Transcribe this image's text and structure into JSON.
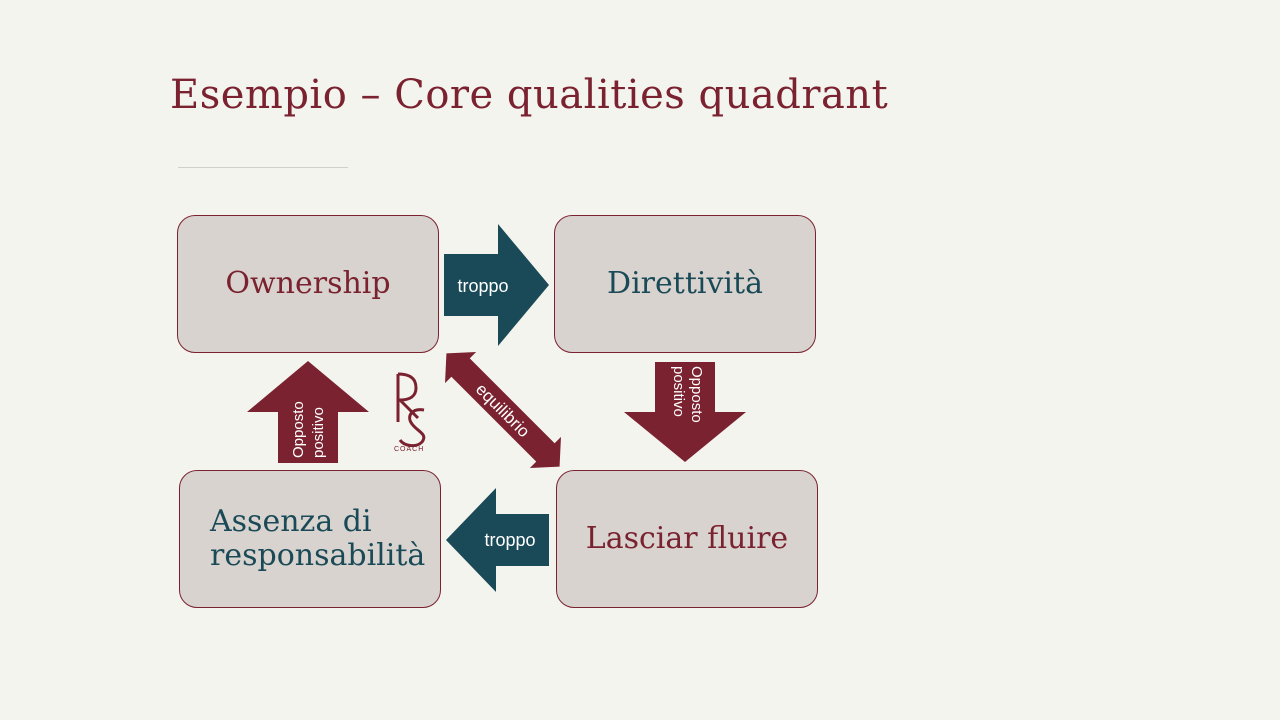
{
  "title": "Esempio – Core qualities quadrant",
  "boxes": {
    "top_left": "Ownership",
    "top_right": "Direttività",
    "bottom_right": "Lasciar fluire",
    "bottom_left_line1": "Assenza di",
    "bottom_left_line2": "responsabilità"
  },
  "arrows": {
    "top": "troppo",
    "bottom": "troppo",
    "diagonal": "equilibrio",
    "right_line1": "Opposto",
    "right_line2": "positivo",
    "left_line1": "Opposto",
    "left_line2": "positivo"
  },
  "logo": {
    "mark": "RS",
    "caption": "COACH"
  },
  "colors": {
    "maroon": "#7a2230",
    "teal": "#1a4a57",
    "box_fill": "#d8d3ce",
    "background": "#f4f4ef"
  }
}
